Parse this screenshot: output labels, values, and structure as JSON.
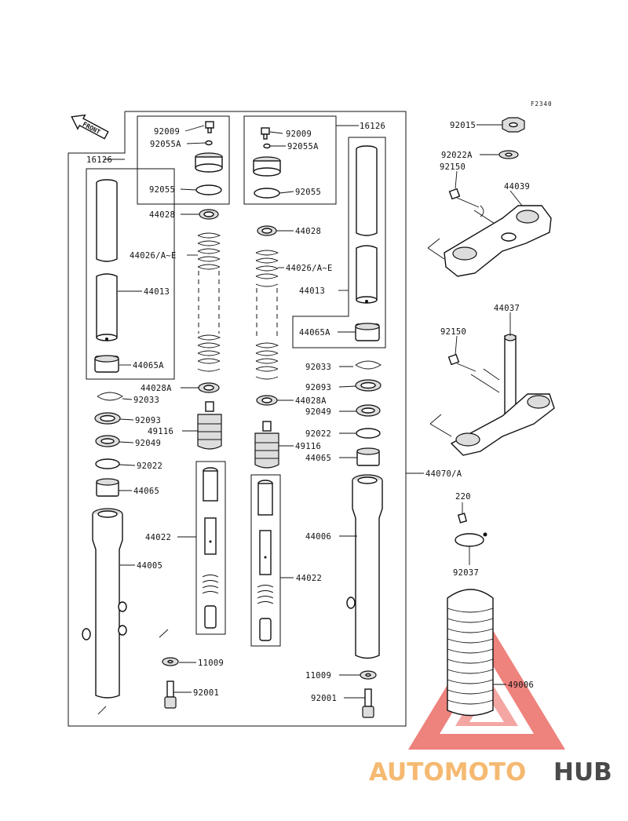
{
  "diagram": {
    "code": "F2340",
    "front_label": "FRONT",
    "labels": {
      "l16126_left": "16126",
      "l16126_right": "16126",
      "l92009_left": "92009",
      "l92055A_left": "92055A",
      "l92055_left": "92055",
      "l92009_right": "92009",
      "l92055A_right": "92055A",
      "l92055_right": "92055",
      "l44028_left": "44028",
      "l44028_right": "44028",
      "l44026_left": "44026/A~E",
      "l44026_right": "44026/A~E",
      "l44013_left": "44013",
      "l44013_right": "44013",
      "l44065A_left": "44065A",
      "l44065A_right": "44065A",
      "l44028A_left": "44028A",
      "l44028A_right": "44028A",
      "l92033_left": "92033",
      "l92033_right": "92033",
      "l92093_left": "92093",
      "l92093_right": "92093",
      "l92049_left": "92049",
      "l92049_right": "92049",
      "l49116_left": "49116",
      "l49116_right": "49116",
      "l92022_left": "92022",
      "l92022_right": "92022",
      "l44065_left": "44065",
      "l44065_right": "44065",
      "l44070A": "44070/A",
      "l44022_left": "44022",
      "l44022_right": "44022",
      "l44005": "44005",
      "l44006": "44006",
      "l11009_left": "11009",
      "l11009_right": "11009",
      "l92001_left": "92001",
      "l92001_right": "92001",
      "l92015": "92015",
      "l92022A": "92022A",
      "l92150_top": "92150",
      "l44039": "44039",
      "l44037": "44037",
      "l92150_bot": "92150",
      "l220": "220",
      "l92037": "92037",
      "l49006": "49006"
    }
  },
  "watermark": {
    "part1": "AUTOMOTO",
    "part2": "HUB",
    "color_orange": "#f5b971",
    "color_red": "#e8524a",
    "color_gray": "#4a4a4a"
  }
}
